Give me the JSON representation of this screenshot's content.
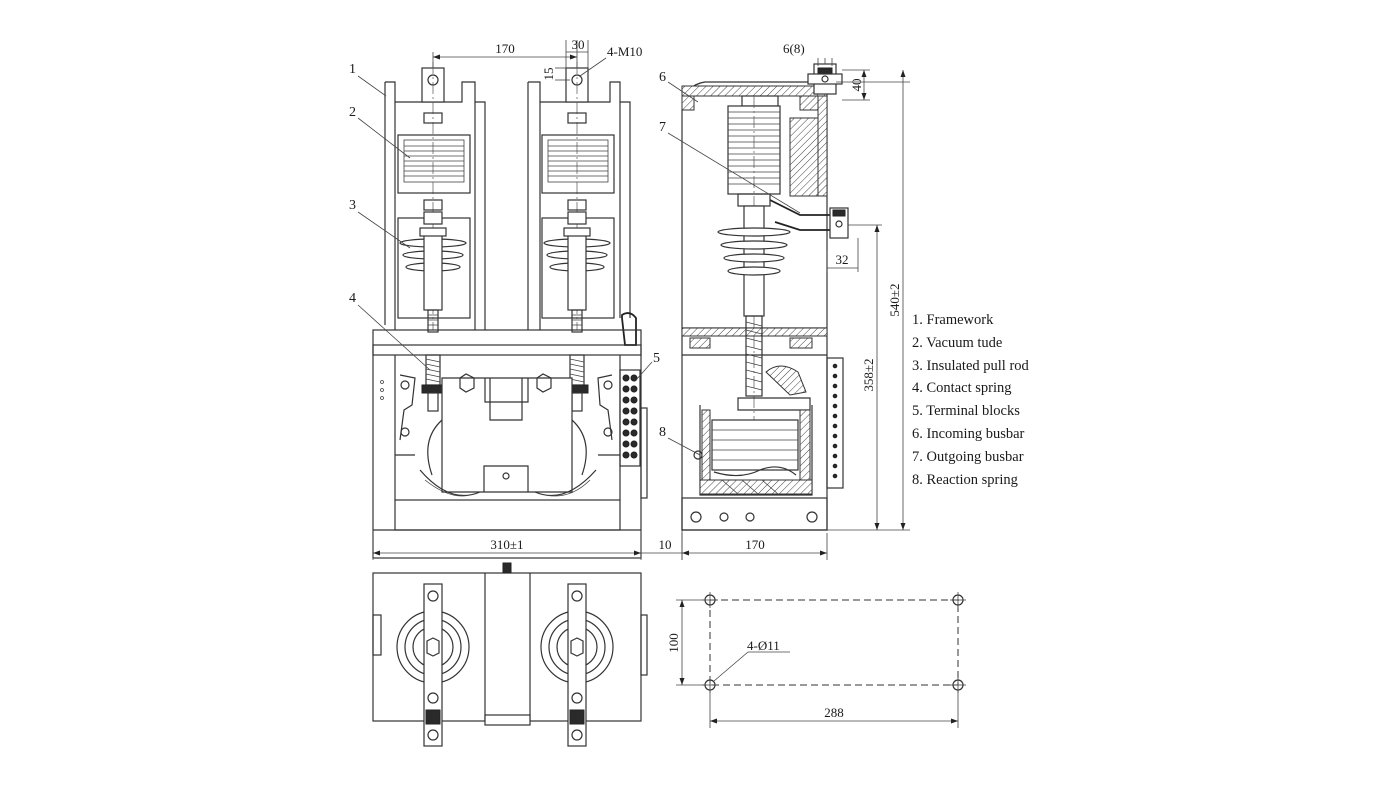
{
  "dimensions": {
    "front_pole_spacing": "170",
    "terminal_width": "30",
    "terminal_bolt": "4-M10",
    "terminal_height": "15",
    "overall_width": "310±1",
    "side_offset": "10",
    "side_depth": "170",
    "busbar_thickness": "6(8)",
    "busbar_top": "40",
    "outgoing_offset": "32",
    "overall_height": "540±2",
    "lower_height": "358±2",
    "mount_spacing_y": "100",
    "mount_holes": "4-Ø11",
    "mount_spacing_x": "288"
  },
  "callouts": [
    "1",
    "2",
    "3",
    "4",
    "5",
    "6",
    "7",
    "8"
  ],
  "legend": [
    "1. Framework",
    "2. Vacuum tude",
    "3. Insulated pull rod",
    "4. Contact spring",
    "5. Terminal blocks",
    "6. Incoming busbar",
    "7. Outgoing busbar",
    "8. Reaction spring"
  ]
}
